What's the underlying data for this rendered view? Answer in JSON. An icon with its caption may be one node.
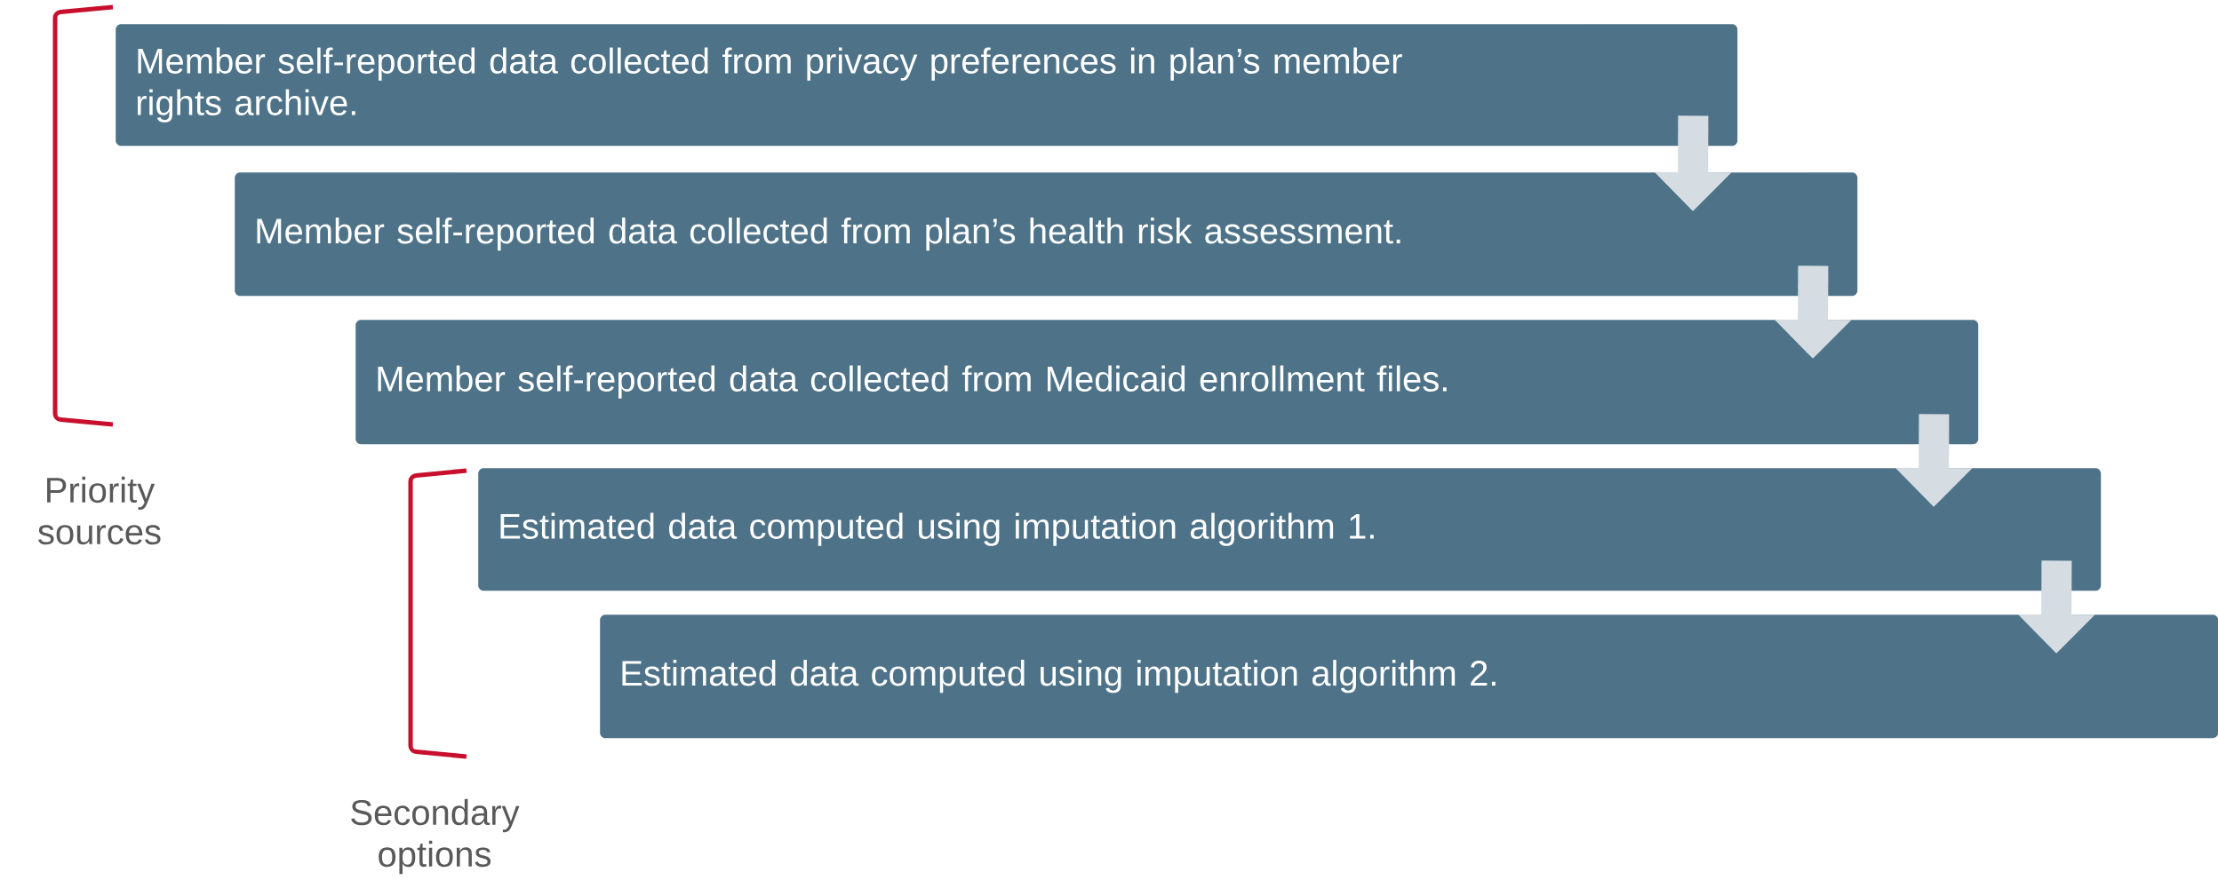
{
  "diagram": {
    "nodes": [
      {
        "text": [
          "Member self-reported data collected from privacy preferences in plan’s member rights archive."
        ]
      },
      {
        "text": [
          "Member self-reported data collected from plan’s health risk assessment."
        ]
      },
      {
        "text": [
          "Member self-reported data collected from Medicaid enrollment files."
        ]
      },
      {
        "text": [
          "Estimated data computed using imputation algorithm 1."
        ]
      },
      {
        "text": [
          "Estimated data computed using imputation algorithm 2."
        ]
      }
    ],
    "edges": [
      {
        "from": 0,
        "to": 1,
        "arrow": "to"
      },
      {
        "from": 1,
        "to": 2,
        "arrow": "to"
      },
      {
        "from": 2,
        "to": 3,
        "arrow": "to"
      },
      {
        "from": 3,
        "to": 4,
        "arrow": "to"
      }
    ],
    "labels": [
      "Priority sources",
      "Secondary options"
    ]
  }
}
